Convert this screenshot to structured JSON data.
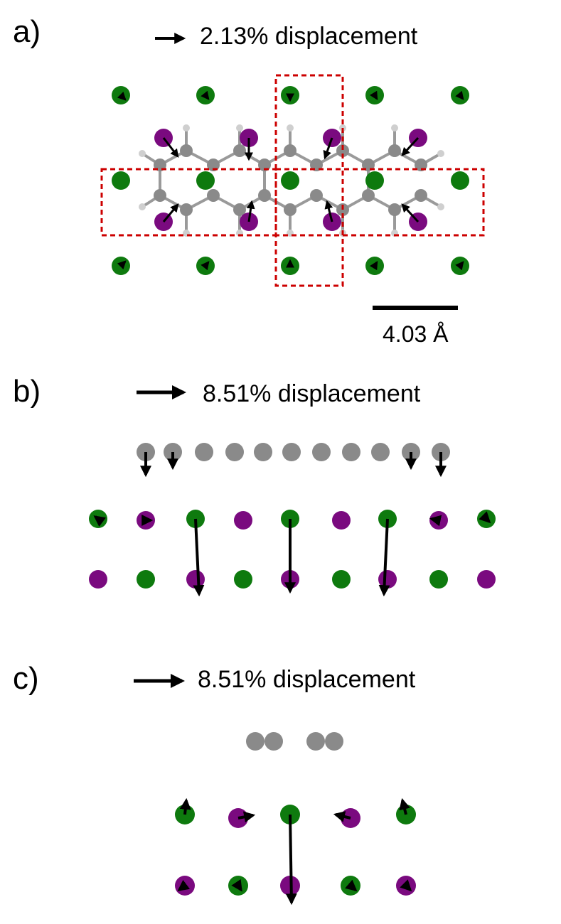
{
  "panels": {
    "a": {
      "label": "a)",
      "legend": "2.13% displacement",
      "scale_bar": "4.03 Å"
    },
    "b": {
      "label": "b)",
      "legend": "8.51% displacement"
    },
    "c": {
      "label": "c)",
      "legend": "8.51% displacement"
    }
  },
  "colors": {
    "green_atom": "#0e7a0e",
    "purple_atom": "#7a0a7f",
    "gray_atom": "#8a8a8a",
    "light_gray_atom": "#cfcfcf",
    "bond": "#9a9a9a",
    "box": "#cc0000",
    "arrow": "#000000"
  }
}
